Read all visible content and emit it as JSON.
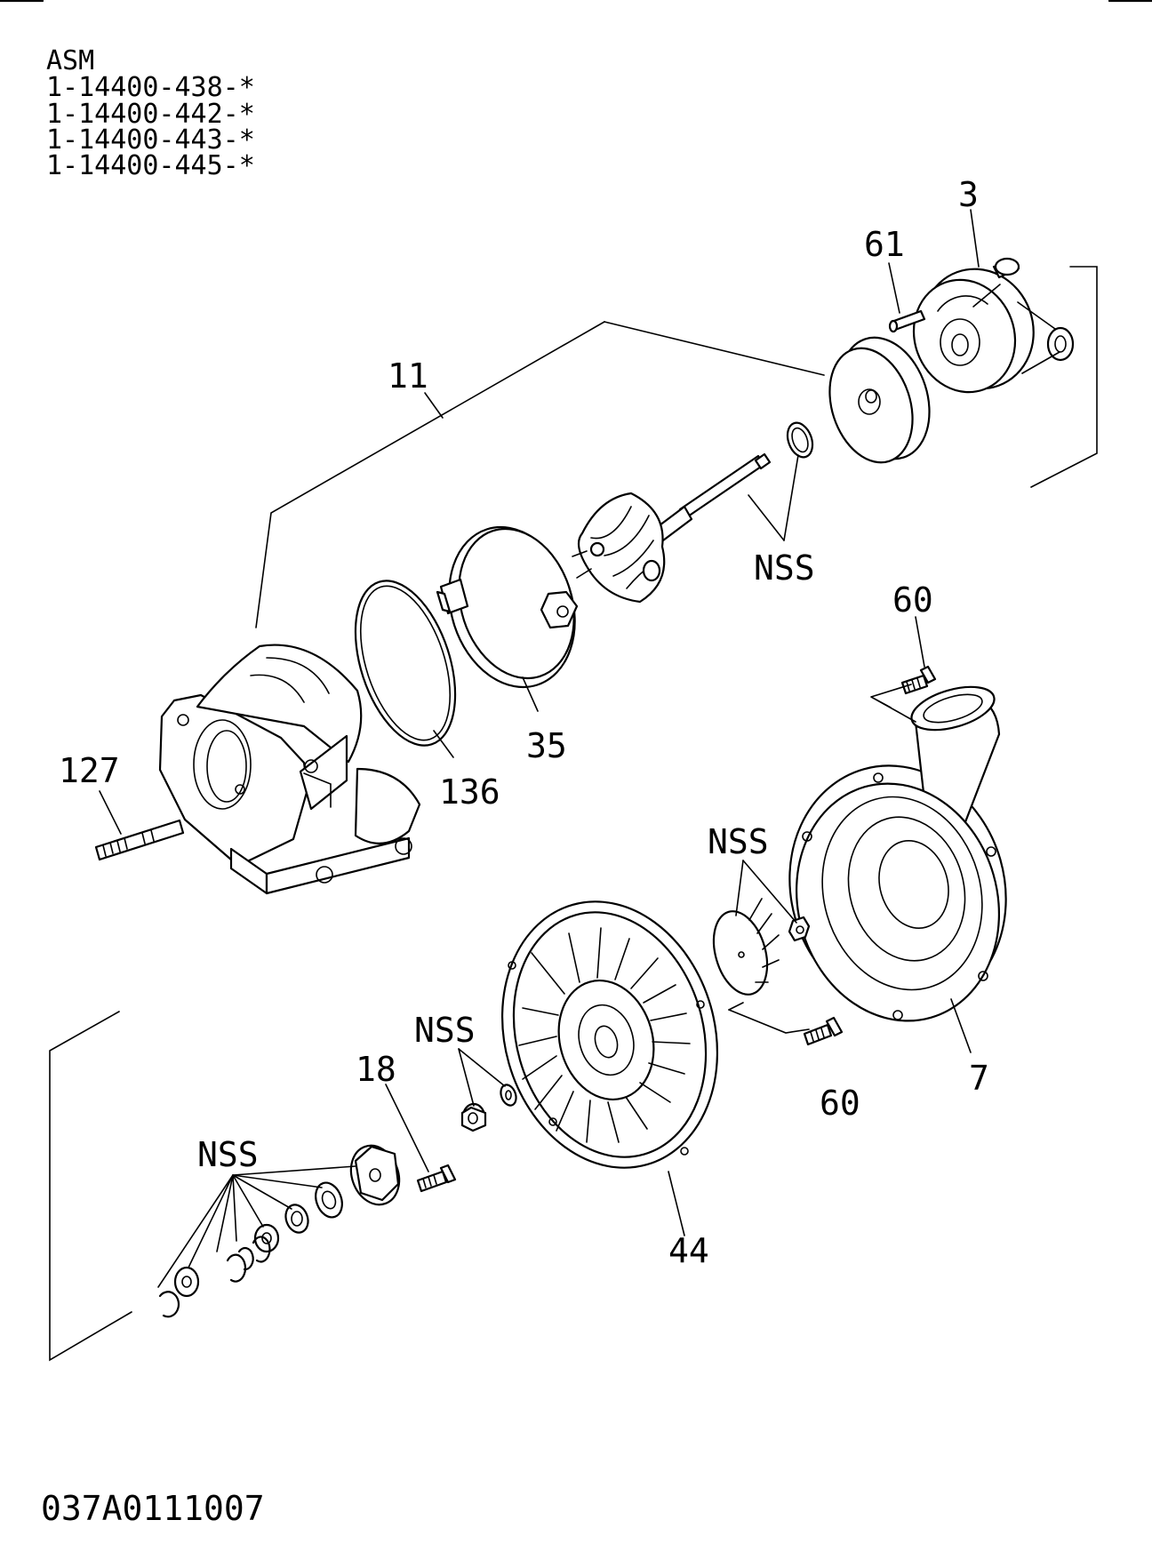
{
  "header": {
    "asm_label": "ASM",
    "part_numbers": [
      "1-14400-438-*",
      "1-14400-442-*",
      "1-14400-443-*",
      "1-14400-445-*"
    ]
  },
  "callouts": {
    "c3": "3",
    "c61": "61",
    "c11": "11",
    "c35": "35",
    "c136": "136",
    "c127": "127",
    "c7": "7",
    "c44": "44",
    "c18": "18",
    "c60_top": "60",
    "c60_bottom": "60",
    "nss_shaft": "NSS",
    "nss_nut": "NSS",
    "nss_washer": "NSS",
    "nss_bearing": "NSS"
  },
  "footer": {
    "drawing_code": "037A0111007"
  }
}
